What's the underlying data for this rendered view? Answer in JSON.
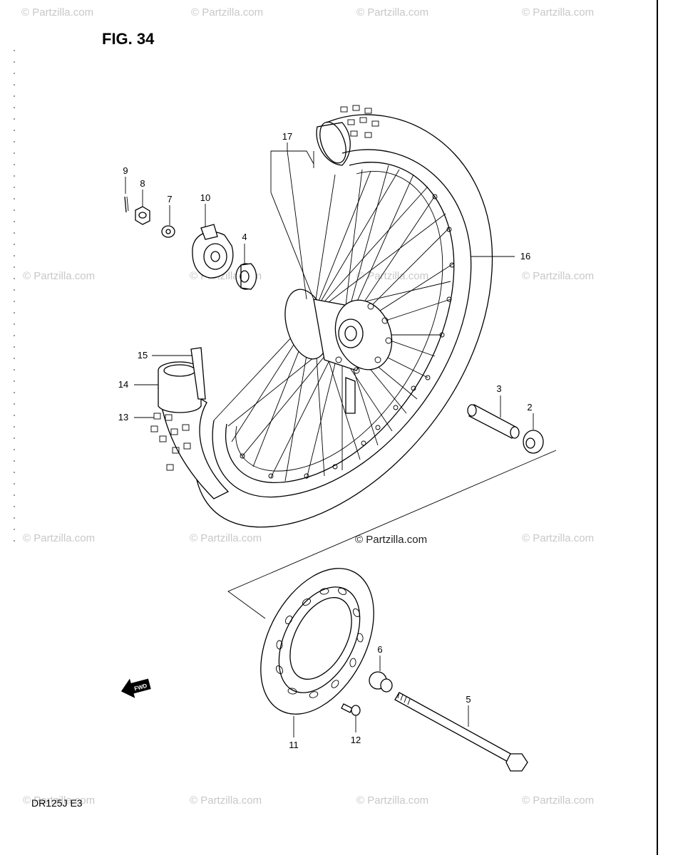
{
  "figure": {
    "title": "FIG. 34",
    "model_code": "DR125J  E3",
    "direction_mark": "FWD"
  },
  "watermark": {
    "text": "© Partzilla.com",
    "center_text": "© Partzilla.com"
  },
  "callouts": [
    {
      "id": "c1",
      "label": "2"
    },
    {
      "id": "c2",
      "label": "3"
    },
    {
      "id": "c3",
      "label": "4"
    },
    {
      "id": "c4",
      "label": "5"
    },
    {
      "id": "c5",
      "label": "6"
    },
    {
      "id": "c6",
      "label": "7"
    },
    {
      "id": "c7",
      "label": "8"
    },
    {
      "id": "c8",
      "label": "9"
    },
    {
      "id": "c9",
      "label": "10"
    },
    {
      "id": "c10",
      "label": "11"
    },
    {
      "id": "c11",
      "label": "12"
    },
    {
      "id": "c12",
      "label": "13"
    },
    {
      "id": "c13",
      "label": "14"
    },
    {
      "id": "c14",
      "label": "15"
    },
    {
      "id": "c15",
      "label": "16"
    },
    {
      "id": "c16",
      "label": "17"
    }
  ]
}
